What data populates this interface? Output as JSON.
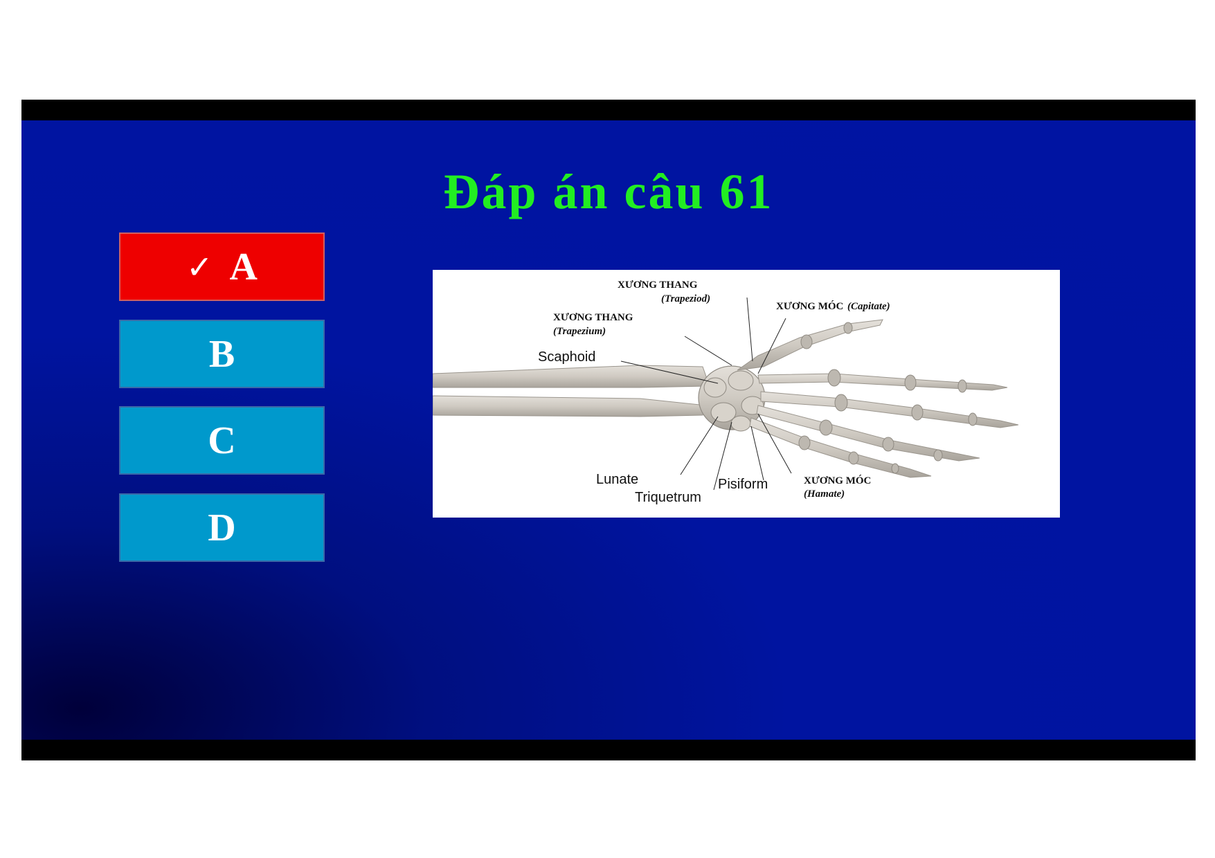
{
  "slide": {
    "title": "Đáp án câu 61"
  },
  "answers": [
    {
      "letter": "A",
      "correct": true,
      "check": "✓"
    },
    {
      "letter": "B",
      "correct": false
    },
    {
      "letter": "C",
      "correct": false
    },
    {
      "letter": "D",
      "correct": false
    }
  ],
  "figure": {
    "labels": {
      "trapezoid_vn": "XƯƠNG THANG",
      "trapezoid_en": "(Trapeziod)",
      "capitate_vn": "XƯƠNG MÓC",
      "capitate_en": "(Capitate)",
      "trapezium_vn": "XƯƠNG THANG",
      "trapezium_en": "(Trapezium)",
      "scaphoid": "Scaphoid",
      "lunate": "Lunate",
      "triquetrum": "Triquetrum",
      "pisiform": "Pisiform",
      "hamate_vn": "XƯƠNG MÓC",
      "hamate_en": "(Hamate)"
    }
  },
  "colors": {
    "title": "#22ee22",
    "slide_bg": "#0014a2",
    "correct_answer": "#ee0000",
    "answer": "#0099cc"
  }
}
